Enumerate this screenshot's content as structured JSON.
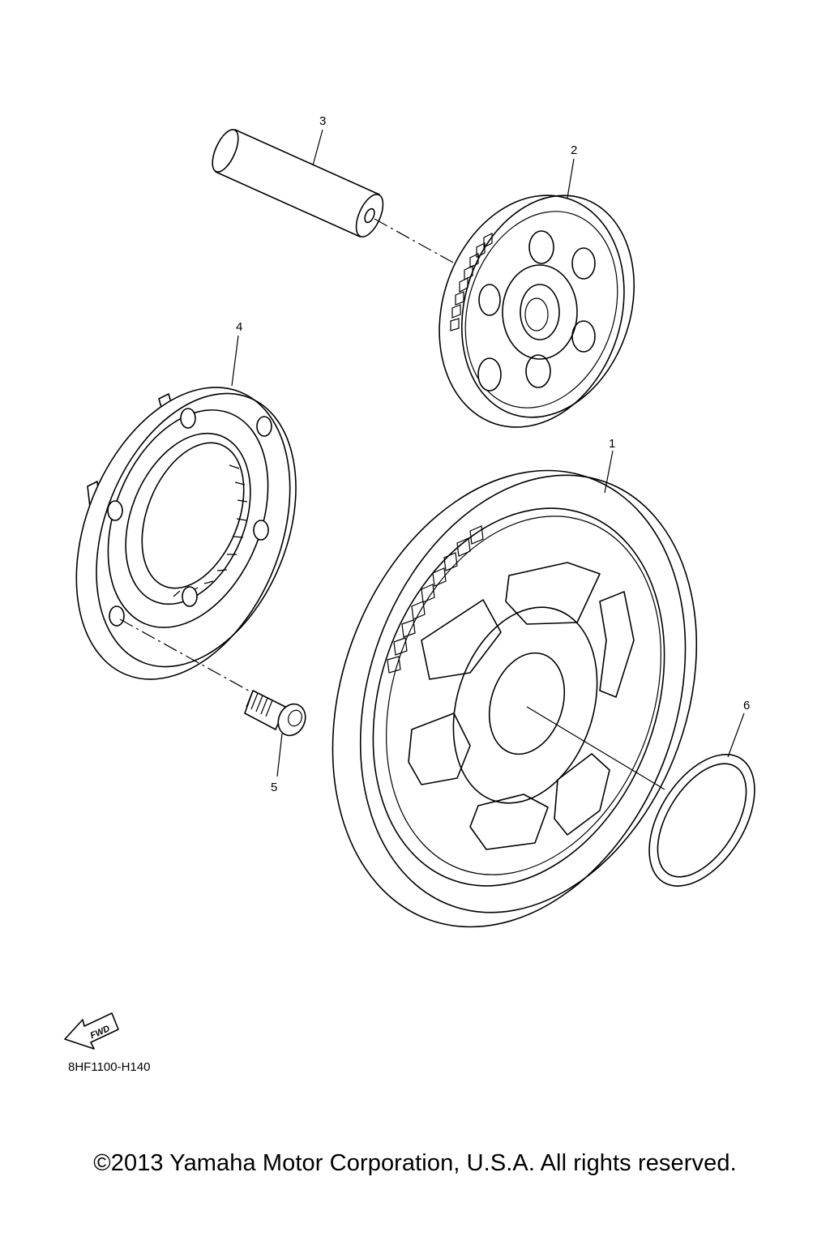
{
  "callouts": [
    {
      "id": "callout-1",
      "label": "1"
    },
    {
      "id": "callout-2",
      "label": "2"
    },
    {
      "id": "callout-3",
      "label": "3"
    },
    {
      "id": "callout-4",
      "label": "4"
    },
    {
      "id": "callout-5",
      "label": "5"
    },
    {
      "id": "callout-6",
      "label": "6"
    }
  ],
  "fwd_badge": {
    "text": "FWD",
    "icon": "fwd-arrow-icon"
  },
  "drawing_id": "8HF1100-H140",
  "copyright": "©2013 Yamaha Motor Corporation, U.S.A. All rights reserved."
}
